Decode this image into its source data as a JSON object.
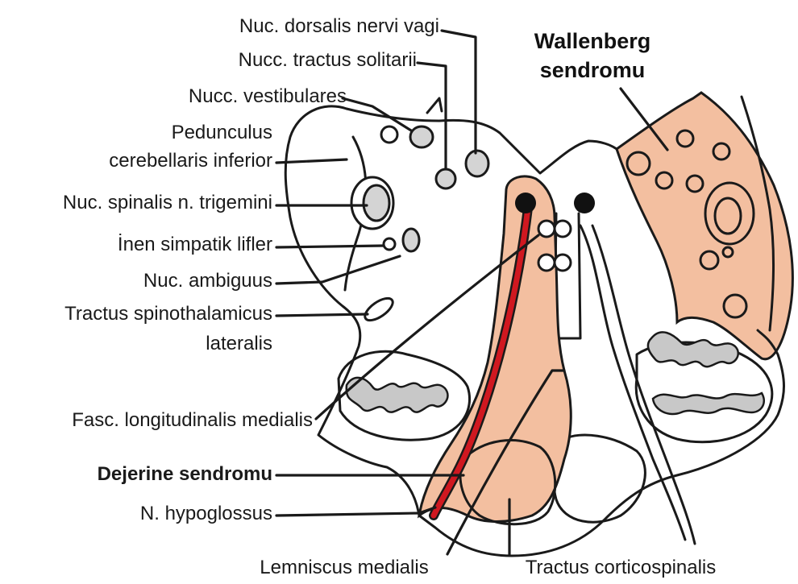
{
  "title": {
    "wallenberg_line1": "Wallenberg",
    "wallenberg_line2": "sendromu"
  },
  "labels": {
    "nuc_dorsalis": "Nuc. dorsalis nervi vagi",
    "nucc_tractus": "Nucc. tractus solitarii",
    "nucc_vestibulares": "Nucc. vestibulares",
    "pedunculus_line1": "Pedunculus",
    "pedunculus_line2": "cerebellaris inferior",
    "nuc_spinalis": "Nuc. spinalis n. trigemini",
    "inen_simpatik": "İnen simpatik lifler",
    "nuc_ambiguus": "Nuc. ambiguus",
    "tractus_spino_line1": "Tractus spinothalamicus",
    "tractus_spino_line2": "lateralis",
    "fasc_long": "Fasc. longitudinalis medialis",
    "dejerine": "Dejerine sendromu",
    "n_hypoglossus": "N. hypoglossus",
    "lemniscus": "Lemniscus medialis",
    "tractus_cortico": "Tractus corticospinalis"
  },
  "colors": {
    "lesion_fill": "#f3bfa0",
    "hypoglossal_nerve": "#d01820",
    "nucleus_fill": "#d4d4d4",
    "outline": "#1a1a1a"
  }
}
